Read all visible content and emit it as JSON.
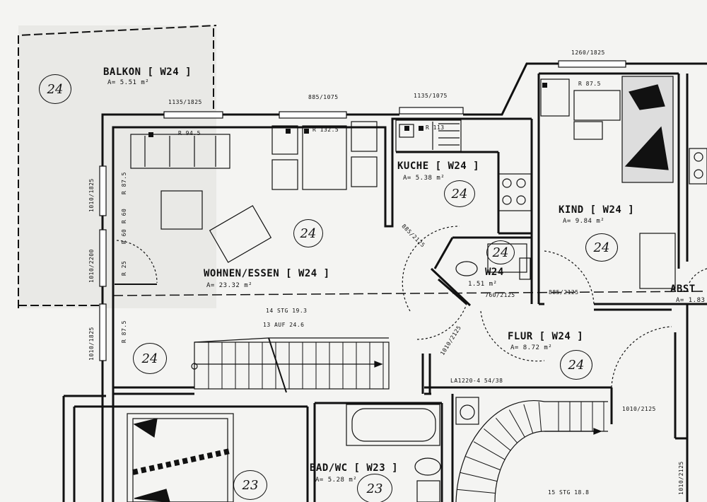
{
  "rooms": {
    "balkon": {
      "name": "BALKON",
      "tag": "[ W24 ]",
      "area": "A= 5.51 m²"
    },
    "wohnen": {
      "name": "WOHNEN/ESSEN",
      "tag": "[ W24 ]",
      "area": "A= 23.32 m²"
    },
    "kueche": {
      "name": "KUCHE",
      "tag": "[ W24 ]",
      "area": "A= 5.38 m²"
    },
    "kind": {
      "name": "KIND",
      "tag": "[ W24 ]",
      "area": "A= 9.84 m²"
    },
    "wc": {
      "tag": "W24",
      "area": "1.51 m²"
    },
    "flur": {
      "name": "FLUR",
      "tag": "[ W24 ]",
      "area": "A= 8.72 m²"
    },
    "abst": {
      "name": "ABST",
      "area": "A= 1.83"
    },
    "bad": {
      "name": "BAD/WC",
      "tag": "[ W23 ]",
      "area": "A= 5.28 m²"
    }
  },
  "dimensions": {
    "win_top_kind": "1260/1825",
    "win_top_1": "1135/1825",
    "win_top_2": "885/1075",
    "win_top_3": "1135/1075",
    "left_upper": "1010/1825",
    "left_mid": "1010/2200",
    "left_lower": "1010/1825",
    "door_kueche": "885/2125",
    "door_wc": "760/2125",
    "door_kind": "885/2125",
    "door_wohnen": "1010/2125",
    "door_right": "1010/2125",
    "door_right_low": "1010/2125",
    "la_note": "LA1220-4 54/38"
  },
  "stairs": {
    "main_steps": "14 STG 19.3",
    "main_run": "13 AUF 24.6",
    "spiral": "15 STG 18.8"
  },
  "heaters": {
    "kind": "R 87.5",
    "wohnen_window": "R 94.5",
    "dining": "R 132.5",
    "kueche": "R 113",
    "left_1": "R 87.5",
    "left_2": "R 60",
    "left_3": "R 60",
    "left_4": "R 25",
    "left_5": "R 87.5"
  },
  "markers": [
    "24",
    "24",
    "24",
    "24",
    "24",
    "24",
    "24",
    "23",
    "23"
  ]
}
